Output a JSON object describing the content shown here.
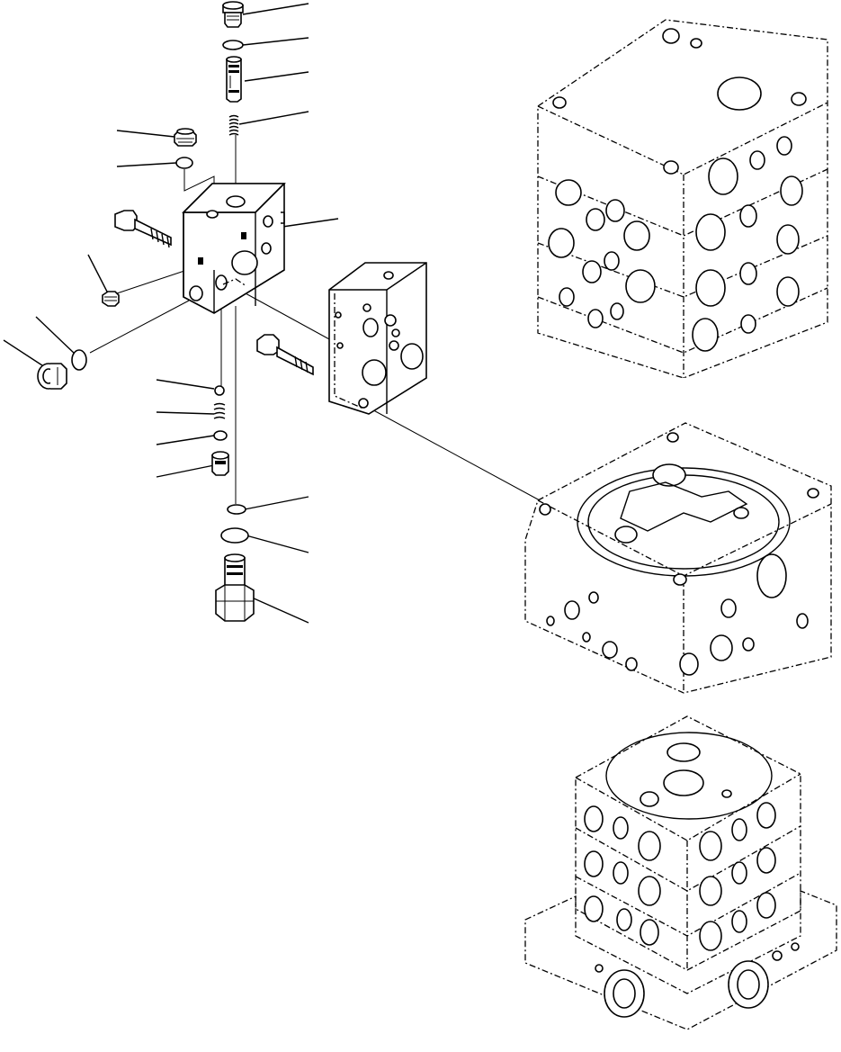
{
  "diagram": {
    "callouts": [
      {
        "id": "c-plug-top"
      },
      {
        "id": "c-oring-top"
      },
      {
        "id": "c-spool-top"
      },
      {
        "id": "c-spring-top"
      },
      {
        "id": "c-plug-left"
      },
      {
        "id": "c-oring-left"
      },
      {
        "id": "c-valve-body"
      },
      {
        "id": "c-small-plug"
      },
      {
        "id": "c-oring-side"
      },
      {
        "id": "c-plug-side"
      },
      {
        "id": "c-ball"
      },
      {
        "id": "c-spring-lower"
      },
      {
        "id": "c-ring-lower"
      },
      {
        "id": "c-seat-lower"
      },
      {
        "id": "c-oring-bottom-a"
      },
      {
        "id": "c-oring-bottom-b"
      },
      {
        "id": "c-relief-valve"
      }
    ]
  }
}
